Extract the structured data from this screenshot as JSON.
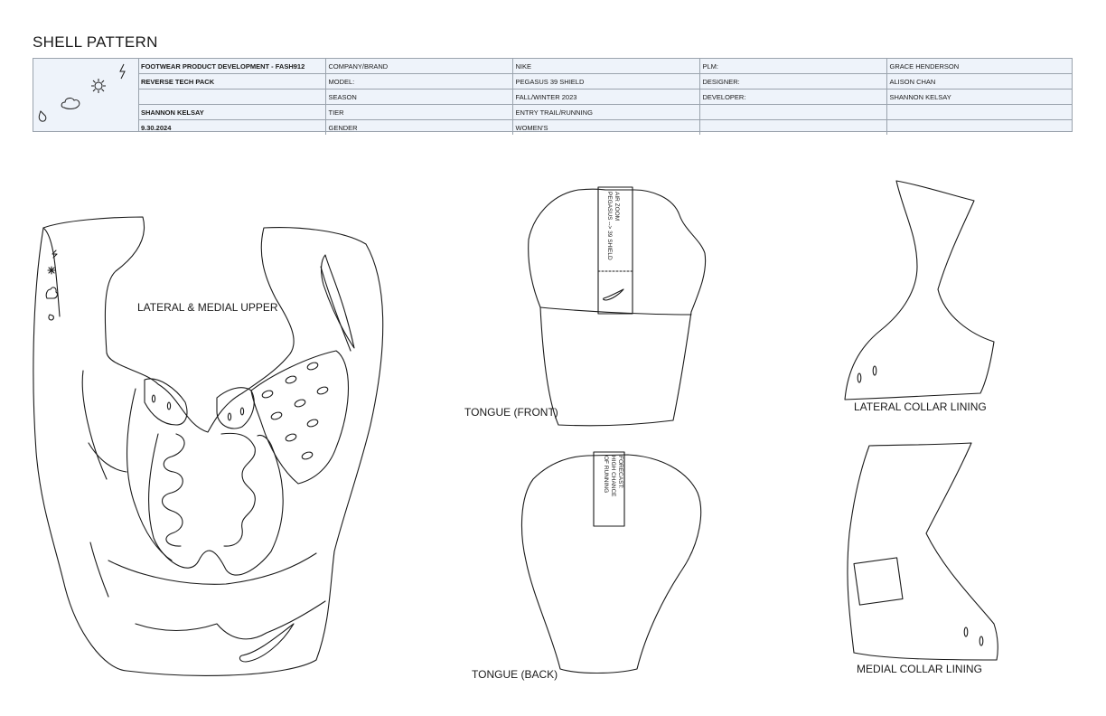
{
  "page_title": "SHELL PATTERN",
  "header": {
    "rows": [
      [
        "FOOTWEAR PRODUCT DEVELOPMENT - FASH912",
        "COMPANY/BRAND",
        "NIKE",
        "PLM:",
        "GRACE HENDERSON"
      ],
      [
        "REVERSE TECH PACK",
        "MODEL:",
        "PEGASUS 39 SHIELD",
        "DESIGNER:",
        "ALISON CHAN"
      ],
      [
        "",
        "SEASON",
        "FALL/WINTER 2023",
        "DEVELOPER:",
        "SHANNON KELSAY"
      ],
      [
        "SHANNON KELSAY",
        "TIER",
        "ENTRY TRAIL/RUNNING",
        "",
        ""
      ],
      [
        "9.30.2024",
        "GENDER",
        "WOMEN'S",
        "",
        ""
      ]
    ]
  },
  "pieces": {
    "upper_label": "LATERAL & MEDIAL UPPER",
    "tongue_front_label": "TONGUE (FRONT)",
    "tongue_back_label": "TONGUE (BACK)",
    "lateral_collar_label": "LATERAL COLLAR LINING",
    "medial_collar_label": "MEDIAL COLLAR LINING"
  },
  "tongue_front_tab": [
    "AIR ZOOM",
    "PEGASUS --> 39 SHIELD"
  ],
  "tongue_back_tab": [
    "FORECAST:",
    "HIGH CHANCE",
    "OF RUNNING"
  ],
  "icons": [
    "lightning-icon",
    "cloud-icon",
    "sun-icon",
    "raindrop-icon",
    "swoosh-icon"
  ],
  "colors": {
    "header_bg": "#eef3fa",
    "border": "#9aa3ad",
    "line": "#1a1a1a"
  }
}
